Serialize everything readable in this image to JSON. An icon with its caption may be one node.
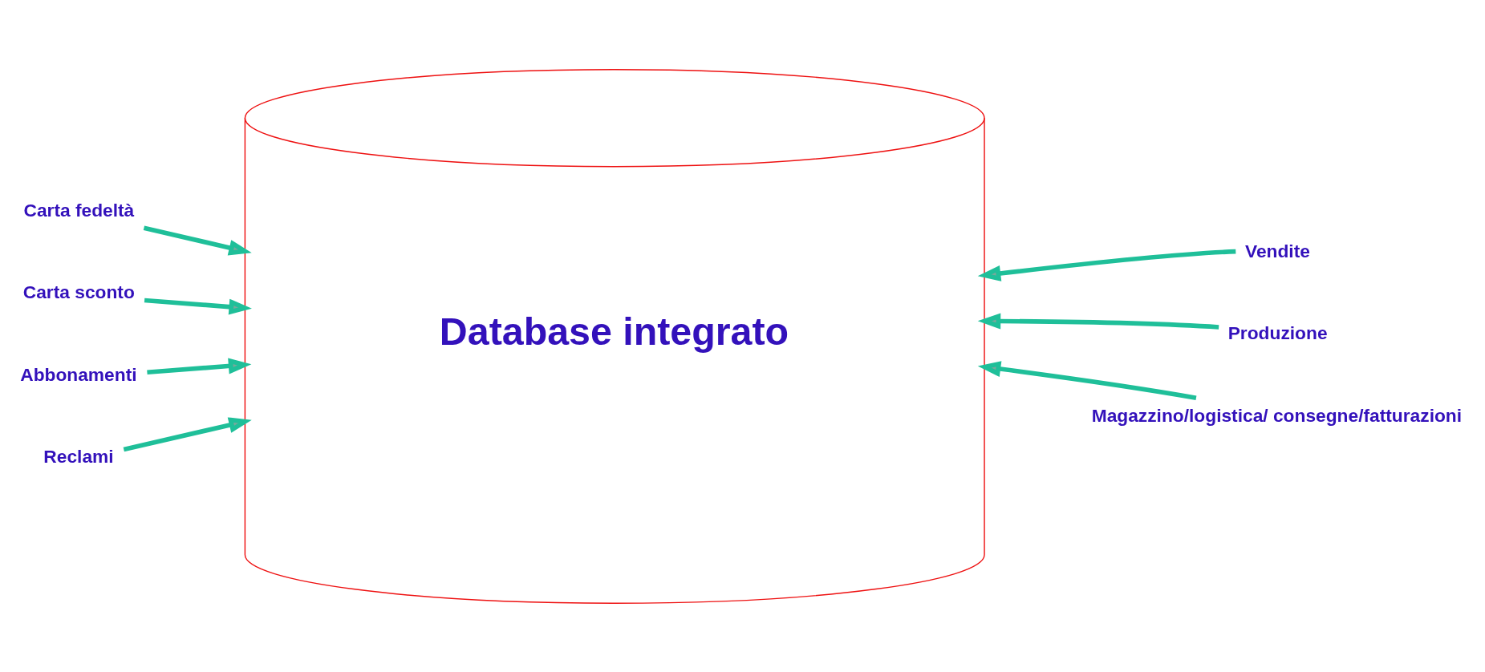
{
  "diagram": {
    "nodes": [
      {
        "text": [
          "Database integrato"
        ]
      },
      {
        "text": [
          "Carta fedeltà"
        ]
      },
      {
        "text": [
          "Carta sconto"
        ]
      },
      {
        "text": [
          "Abbonamenti"
        ]
      },
      {
        "text": [
          "Reclami"
        ]
      },
      {
        "text": [
          "Vendite"
        ]
      },
      {
        "text": [
          "Produzione"
        ]
      },
      {
        "text": [
          "Magazzino/logistica/ consegne/fatturazioni"
        ]
      }
    ],
    "edges": [
      {
        "from": 1,
        "to": 0,
        "arrow": "to"
      },
      {
        "from": 2,
        "to": 0,
        "arrow": "to"
      },
      {
        "from": 3,
        "to": 0,
        "arrow": "to"
      },
      {
        "from": 4,
        "to": 0,
        "arrow": "to"
      },
      {
        "from": 5,
        "to": 0,
        "arrow": "to"
      },
      {
        "from": 6,
        "to": 0,
        "arrow": "to"
      },
      {
        "from": 7,
        "to": 0,
        "arrow": "to"
      }
    ]
  }
}
